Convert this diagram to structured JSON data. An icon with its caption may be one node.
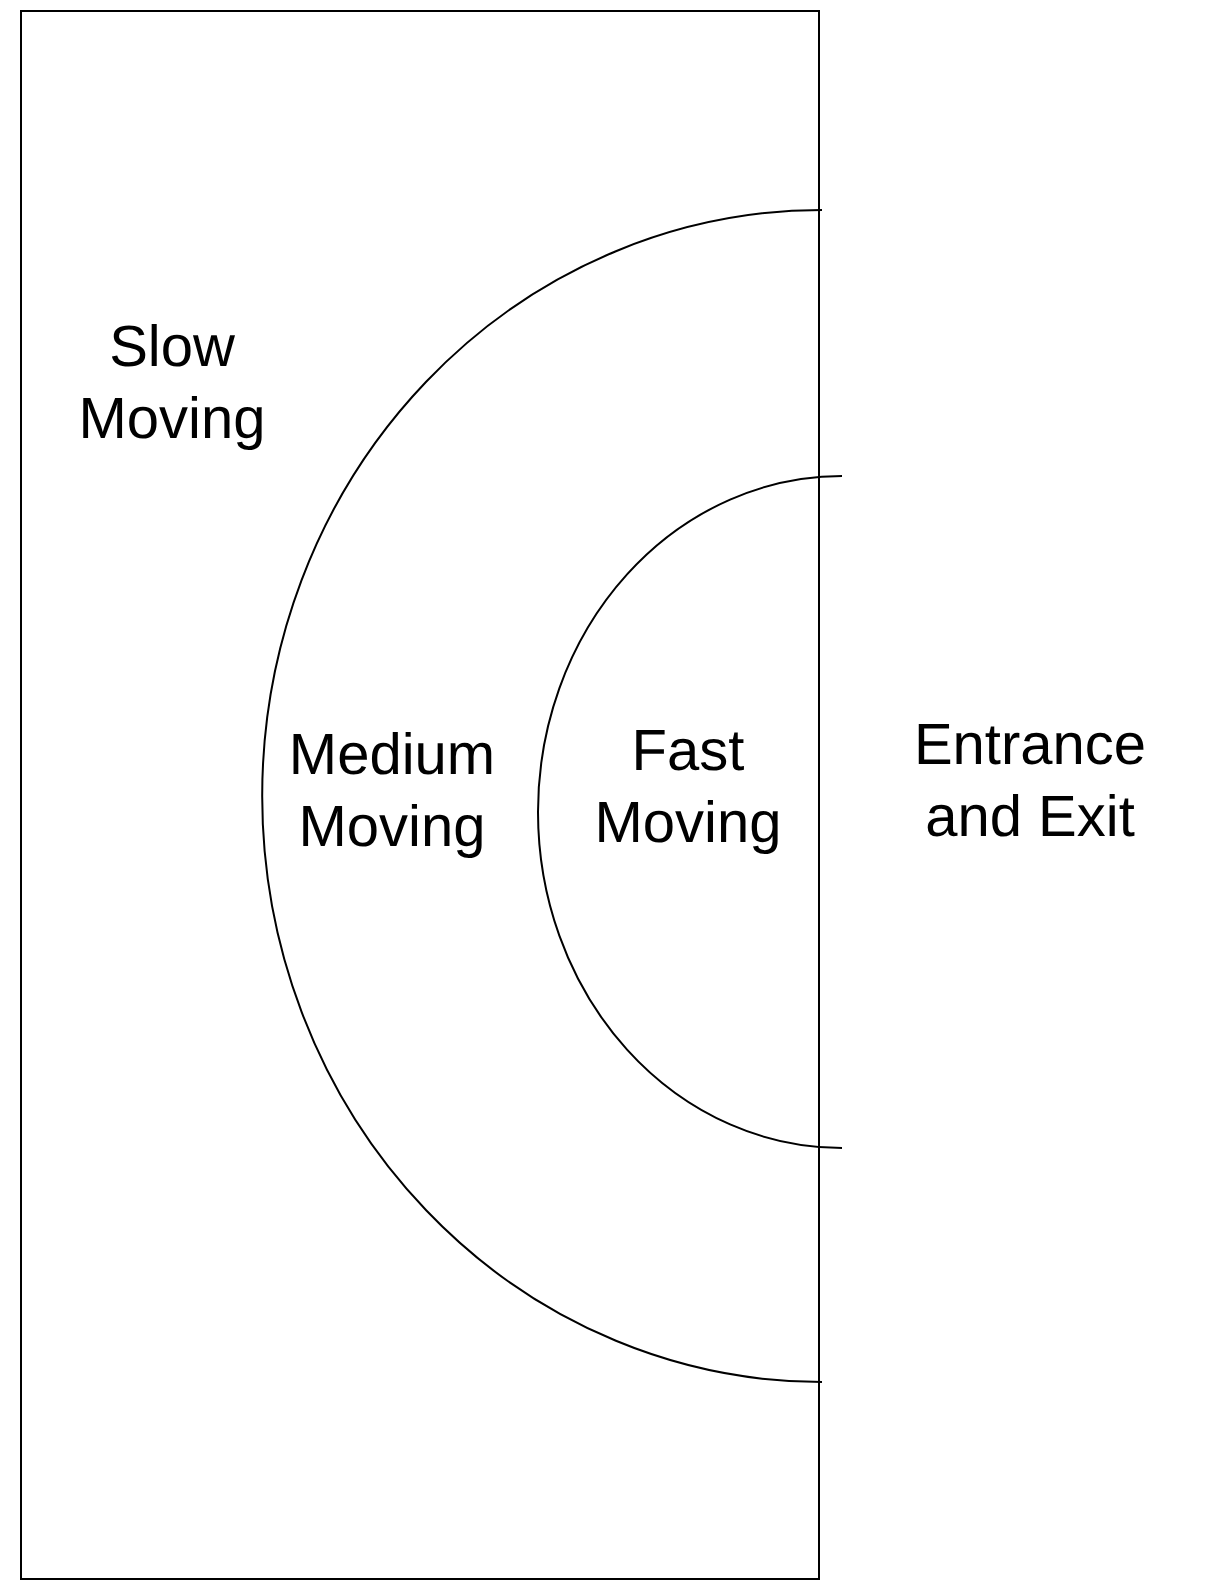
{
  "diagram": {
    "nodes": [
      {
        "text": [
          "Slow Moving"
        ]
      },
      {
        "text": [
          "Medium Moving"
        ],
        "in": 0
      },
      {
        "text": [
          "Fast Moving"
        ],
        "in": 1
      }
    ],
    "labels": [
      "Entrance and Exit"
    ]
  }
}
